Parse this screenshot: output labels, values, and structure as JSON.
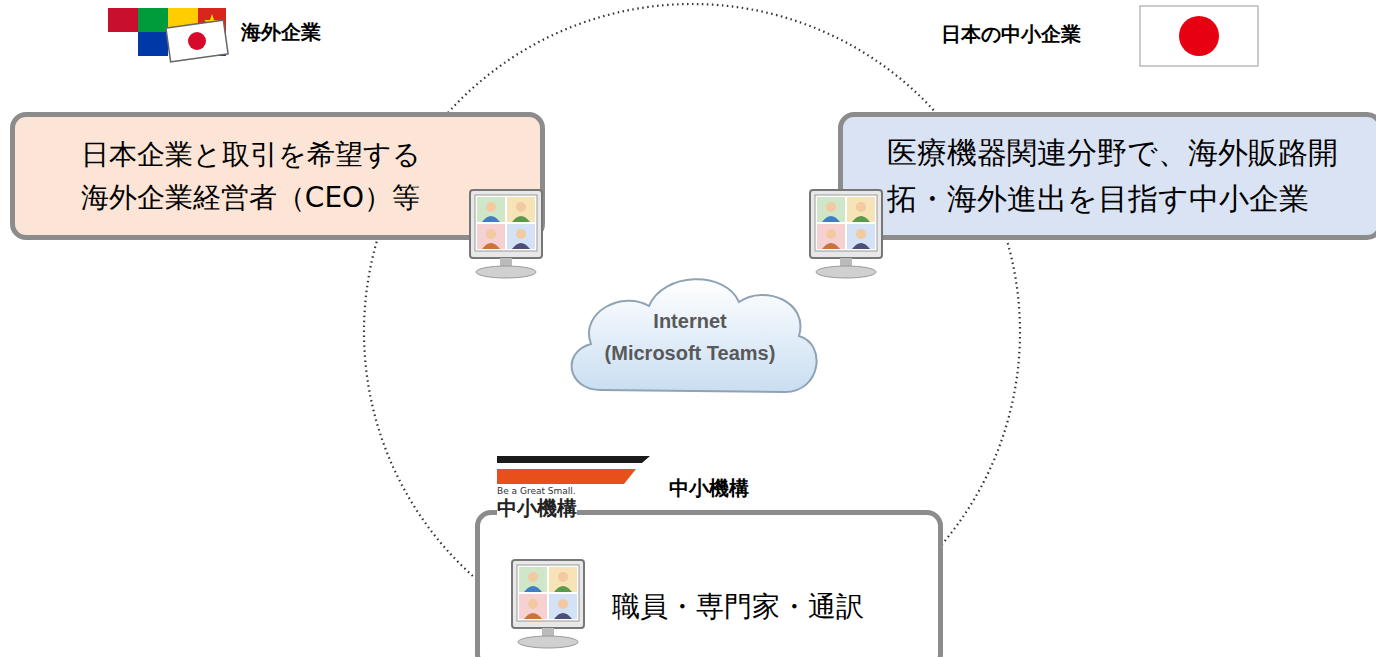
{
  "diagram": {
    "nodes": [
      {
        "text": [
          "海外企業",
          "日本企業と取引を希望する 海外企業経営者（CEO）等"
        ]
      },
      {
        "text": [
          "日本の中小企業",
          "医療機器関連分野で、海外販路開 拓・海外進出を目指す中小企業"
        ]
      },
      {
        "text": [
          "Internet",
          "(Microsoft Teams)"
        ]
      },
      {
        "text": [
          "中小機構",
          "職員・専門家・通訳"
        ]
      }
    ],
    "labels": [
      "Be a Great Small.",
      "中小機構"
    ]
  }
}
